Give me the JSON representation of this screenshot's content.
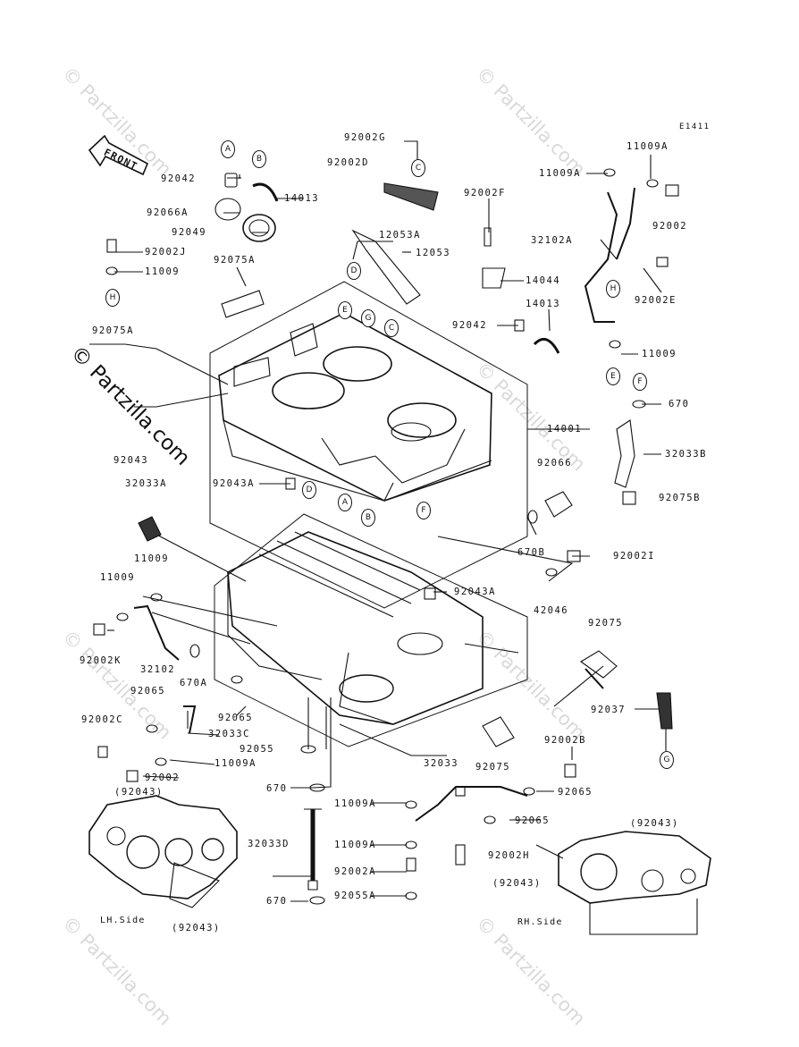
{
  "diagram": {
    "code": "E1411",
    "front_label": "FRONT",
    "watermark": "© Partzilla.com",
    "sides": {
      "lh": "LH.Side",
      "rh": "RH.Side"
    },
    "refs": {
      "A": "A",
      "B": "B",
      "C": "C",
      "D": "D",
      "E": "E",
      "F": "F",
      "G": "G",
      "H": "H"
    },
    "parts": {
      "p92002G": "92002G",
      "p92002D": "92002D",
      "p92042_a": "92042",
      "p14013_a": "14013",
      "p92066A": "92066A",
      "p12053A": "12053A",
      "p92049": "92049",
      "p12053": "12053",
      "p92002J": "92002J",
      "p11009_a": "11009",
      "p92075A_a": "92075A",
      "p92002F": "92002F",
      "p14044": "14044",
      "p11009A_a": "11009A",
      "p11009A_b": "11009A",
      "p92002_a": "92002",
      "p32102A": "32102A",
      "p92002E": "92002E",
      "p92042_b": "92042",
      "p14013_b": "14013",
      "p11009_b": "11009",
      "p92075A_b": "92075A",
      "p670_a": "670",
      "p14001": "14001",
      "p92043_a": "92043",
      "p32033B": "32033B",
      "p92043A_a": "92043A",
      "p92066": "92066",
      "p32033A": "32033A",
      "p92075B": "92075B",
      "p670B": "670B",
      "p92002I": "92002I",
      "p11009_c": "11009",
      "p11009_d": "11009",
      "p92043A_b": "92043A",
      "p42046": "42046",
      "p92075_a": "92075",
      "p92002K": "92002K",
      "p32102": "32102",
      "p670A": "670A",
      "p92065_a": "92065",
      "p92065_b": "92065",
      "p92037": "92037",
      "p92002C": "92002C",
      "p32033C": "32033C",
      "p92055": "92055",
      "p11009A_c": "11009A",
      "p32033": "32033",
      "p92002B": "92002B",
      "p92002_b": "92002",
      "p92075_b": "92075",
      "p92043_paren_a": "(92043)",
      "p670_b": "670",
      "p11009A_d": "11009A",
      "p92065_c": "92065",
      "p92065_d": "92065",
      "p32033D": "32033D",
      "p11009A_e": "11009A",
      "p92002H": "92002H",
      "p92002A": "92002A",
      "p670_c": "670",
      "p92055A": "92055A",
      "p92043_paren_b": "(92043)",
      "p92043_paren_c": "(92043)",
      "p92043_paren_d": "(92043)"
    }
  }
}
